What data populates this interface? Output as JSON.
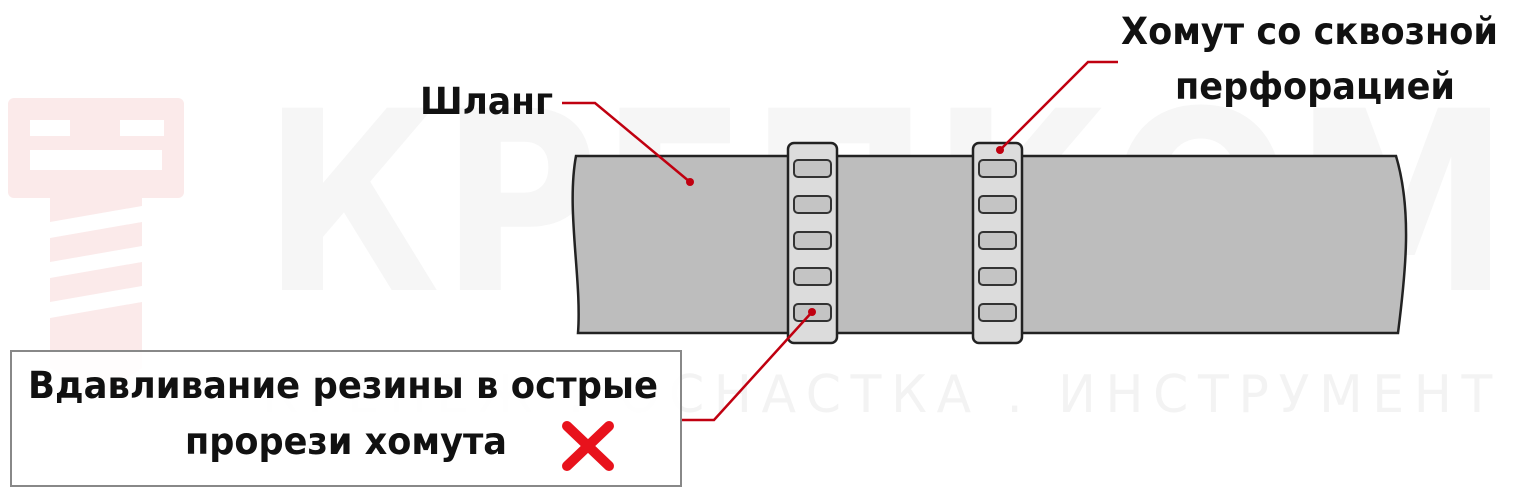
{
  "watermark": {
    "brand": "КРЕПКОМ",
    "tagline": "КРЕПЕЖ . ОСНАСТКА . ИНСТРУМЕНТ",
    "logo_color": "#fbeaea"
  },
  "labels": {
    "hose": "Шланг",
    "clamp_line1": "Хомут со сквозной",
    "clamp_line2": "перфорацией",
    "warning_line1": "Вдавливание резины в острые",
    "warning_line2": "прорези хомута"
  },
  "icons": {
    "warning_mark": "cross-icon"
  },
  "colors": {
    "hose_fill": "#bdbdbd",
    "clamp_fill": "#dcdcdc",
    "leader_line": "#c00010",
    "cross": "#e8121c",
    "outline": "#222222"
  }
}
